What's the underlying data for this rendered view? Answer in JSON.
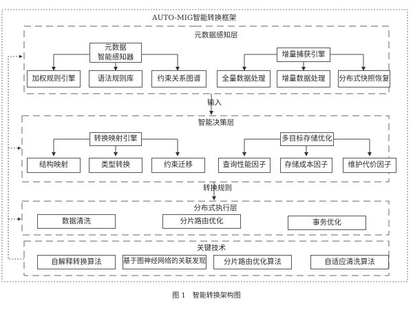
{
  "framework": {
    "title": "AUTO-MIG智能转换框架"
  },
  "layers": {
    "metadata": {
      "title": "元数据感知层",
      "groups": [
        {
          "parent": "元数据\n智能感知器",
          "children": [
            "加权规则引擎",
            "语法规则库",
            "约束关系图谱"
          ]
        },
        {
          "parent": "增量捕获引擎",
          "children": [
            "全量数据处理",
            "增量数据处理",
            "分布式快照恢复"
          ]
        }
      ]
    },
    "decision": {
      "title": "智能决策层",
      "groups": [
        {
          "parent": "转换映射引擎",
          "children": [
            "结构映射",
            "类型转换",
            "约束迁移"
          ]
        },
        {
          "parent": "多目标存储优化",
          "children": [
            "查询性能因子",
            "存储成本因子",
            "维护代价因子"
          ]
        }
      ]
    },
    "execution": {
      "title": "分布式执行层",
      "items": [
        "数据清洗",
        "分片路由优化",
        "事务优化"
      ]
    },
    "key_tech": {
      "title": "关键技术",
      "items": [
        "自解释转换算法",
        "基于图神经网络的关联发现",
        "分片路由优化算法",
        "自适应清洗算法"
      ]
    }
  },
  "connectors": {
    "input_label": "输入",
    "rules_label": "转换规则"
  },
  "caption": "图 1　智能转换架构图"
}
